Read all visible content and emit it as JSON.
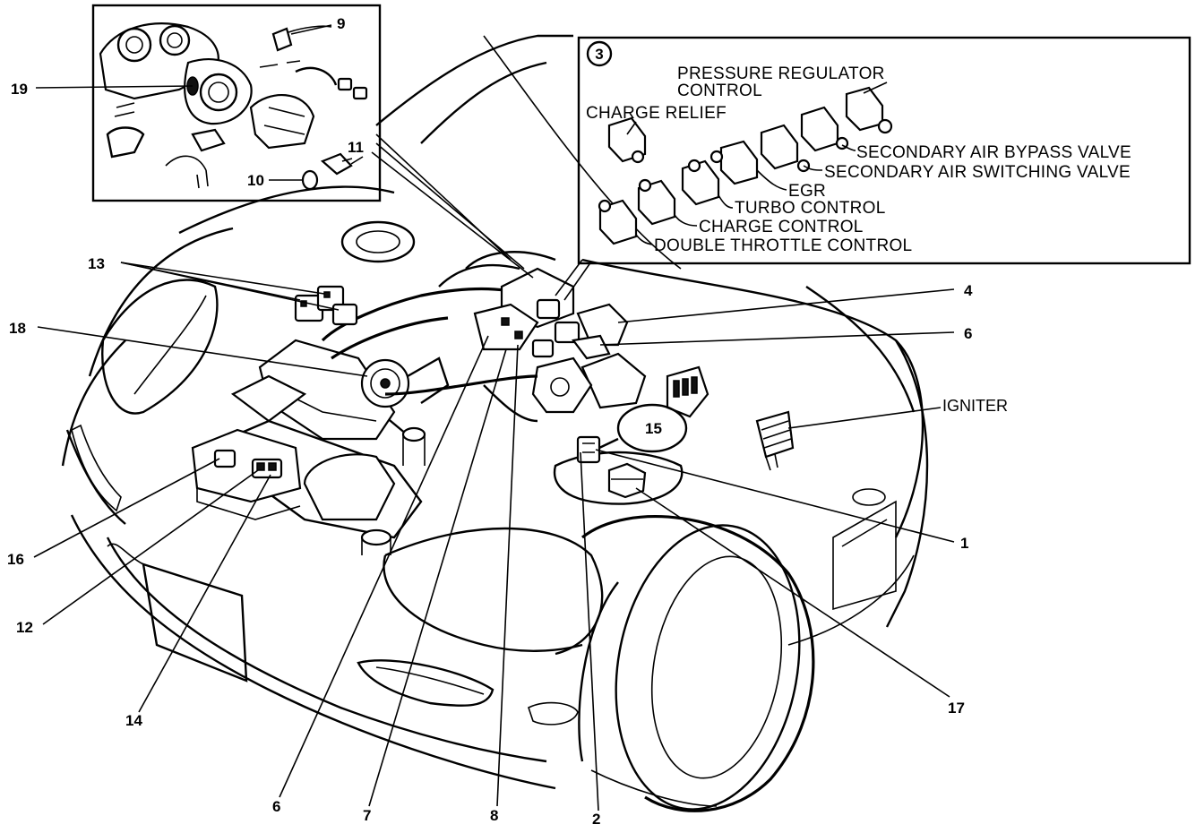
{
  "callouts": {
    "c1": "1",
    "c2": "2",
    "c4": "4",
    "c6a": "6",
    "c6b": "6",
    "c7": "7",
    "c8": "8",
    "c9": "9",
    "c10": "10",
    "c11": "11",
    "c12": "12",
    "c13": "13",
    "c14": "14",
    "c15": "15",
    "c16": "16",
    "c17": "17",
    "c18": "18",
    "c19": "19",
    "igniter": "IGNITER"
  },
  "solenoid_inset": {
    "number": "3",
    "labels": {
      "pressure_regulator_1": "PRESSURE REGULATOR",
      "pressure_regulator_2": "CONTROL",
      "charge_relief": "CHARGE RELIEF",
      "secondary_air_bypass": "SECONDARY AIR BYPASS VALVE",
      "secondary_air_switching": "SECONDARY AIR SWITCHING VALVE",
      "egr": "EGR",
      "turbo_control": "TURBO CONTROL",
      "charge_control": "CHARGE CONTROL",
      "double_throttle": "DOUBLE THROTTLE CONTROL"
    }
  }
}
